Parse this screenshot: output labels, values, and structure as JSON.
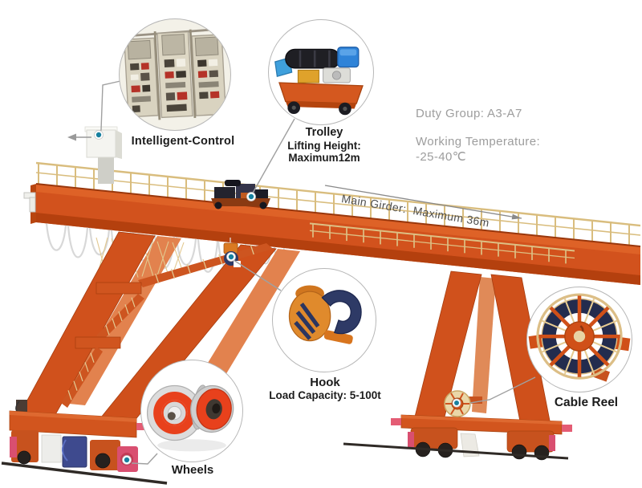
{
  "annotations": {
    "duty_group": "Duty Group: A3-A7",
    "working_temperature_1": "Working Temperature:",
    "working_temperature_2": "-25-40℃",
    "main_girder_note": "Main Girder:  Maximum 36m"
  },
  "callouts": [
    {
      "id": "intelligent_control",
      "label": "Intelligent-Control"
    },
    {
      "id": "trolley",
      "label": "Trolley",
      "spec_lines": [
        "Lifting Height:",
        "Maximum12m"
      ]
    },
    {
      "id": "hook",
      "label": "Hook",
      "spec_lines": [
        "Load Capacity: 5-100t"
      ]
    },
    {
      "id": "wheels",
      "label": "Wheels"
    },
    {
      "id": "cable_reel",
      "label": "Cable Reel"
    }
  ],
  "colors": {
    "crane_orange": "#d2521d",
    "crane_orange_dark": "#b4400e",
    "railing_yellow": "#d9bd7e",
    "marker_blue": "#17809f",
    "navy_hook": "#2e3a66",
    "magenta_wheel": "#d94f70",
    "label_black": "#1c1c1c",
    "note_gray": "#9d9d9d",
    "leader_gray": "#a0a0a0"
  }
}
